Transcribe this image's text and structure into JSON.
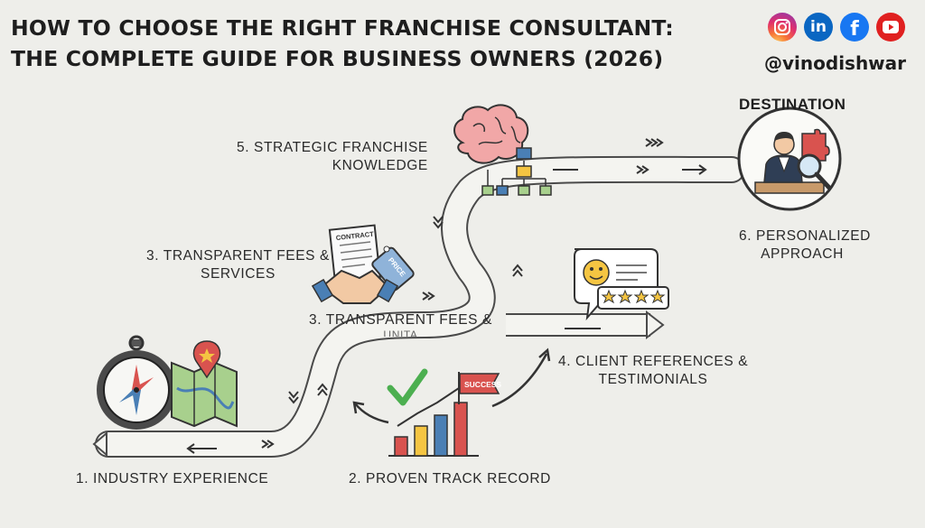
{
  "header": {
    "title_line1": "HOW TO CHOOSE THE RIGHT FRANCHISE CONSULTANT:",
    "title_line2": "THE COMPLETE GUIDE FOR BUSINESS OWNERS (2026)",
    "handle": "@vinodishwar"
  },
  "social": [
    {
      "name": "instagram-icon",
      "glyph": "◎",
      "color": "#d6336c"
    },
    {
      "name": "linkedin-icon",
      "glyph": "in",
      "color": "#0a66c2"
    },
    {
      "name": "facebook-icon",
      "glyph": "f",
      "color": "#1877f2"
    },
    {
      "name": "youtube-icon",
      "glyph": "▶",
      "color": "#e02020"
    }
  ],
  "steps": {
    "step1": "1. INDUSTRY EXPERIENCE",
    "step2": "2. PROVEN TRACK RECORD",
    "step3_line1": "3. TRANSPARENT FEES &",
    "step3_line2": "SERVICES",
    "step3_dup": "3. TRANSPARENT FEES &",
    "step3_dup2": "UNITA",
    "step4_line1": "4. CLIENT REFERENCES &",
    "step4_line2": "TESTIMONIALS",
    "step5_line1": "5. STRATEGIC FRANCHISE",
    "step5_line2": "KNOWLEDGE",
    "step6_line1": "6. PERSONALIZED",
    "step6_line2": "APPROACH",
    "destination": "DESTINATION"
  },
  "icons": {
    "contract_text": "CONTRACT",
    "price_text": "PRICE",
    "success_text": "SUCCESS"
  },
  "colors": {
    "road": "#f4f4f0",
    "road_edge": "#4a4a4a",
    "accent_red": "#d9534f",
    "accent_green": "#4caf50",
    "accent_blue": "#4a7fb5"
  }
}
